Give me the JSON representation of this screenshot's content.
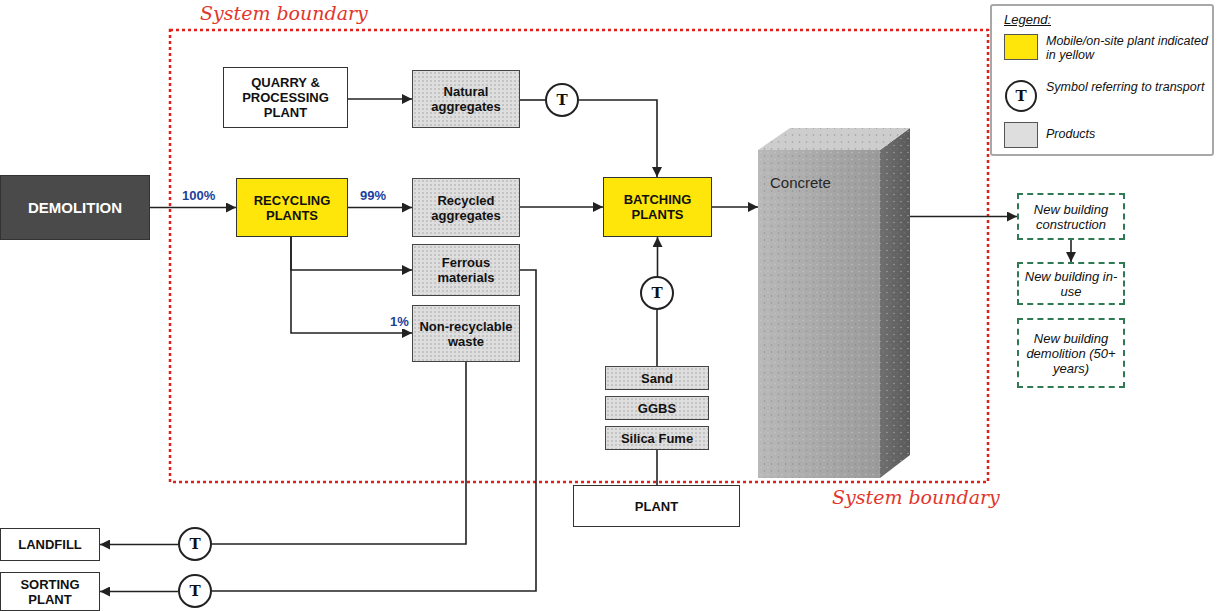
{
  "diagram": {
    "nodes": [
      {
        "text": [
          "QUARRY & PROCESSING PLANT"
        ]
      },
      {
        "text": [
          "Natural aggregates"
        ]
      },
      {
        "text": [
          "T"
        ]
      },
      {
        "text": [
          "DEMOLITION"
        ]
      },
      {
        "text": [
          "RECYCLING PLANTS"
        ]
      },
      {
        "text": [
          "Recycled aggregates"
        ]
      },
      {
        "text": [
          "BATCHING PLANTS"
        ]
      },
      {
        "text": [
          "Concrete"
        ]
      },
      {
        "text": [
          "Ferrous materials"
        ]
      },
      {
        "text": [
          "Non-recyclable waste"
        ]
      },
      {
        "text": [
          "T"
        ]
      },
      {
        "text": [
          "Sand"
        ]
      },
      {
        "text": [
          "GGBS"
        ]
      },
      {
        "text": [
          "Silica Fume"
        ]
      },
      {
        "text": [
          "PLANT"
        ]
      },
      {
        "text": [
          "New building construction"
        ]
      },
      {
        "text": [
          "New building in-use"
        ]
      },
      {
        "text": [
          "New building demolition (50+ years)"
        ]
      },
      {
        "text": [
          "LANDFILL"
        ]
      },
      {
        "text": [
          "T"
        ]
      },
      {
        "text": [
          "SORTING PLANT"
        ]
      },
      {
        "text": [
          "T"
        ]
      }
    ],
    "edges": [
      {
        "from": 0,
        "to": 1,
        "arrow": "to"
      },
      {
        "from": 1,
        "to": 2,
        "arrow": "none"
      },
      {
        "from": 2,
        "to": 6,
        "arrow": "to"
      },
      {
        "from": 3,
        "to": 4,
        "label": "100%",
        "arrow": "to"
      },
      {
        "from": 4,
        "to": 5,
        "label": "99%",
        "arrow": "to"
      },
      {
        "from": 5,
        "to": 6,
        "arrow": "to"
      },
      {
        "from": 6,
        "to": 7,
        "arrow": "to"
      },
      {
        "from": 7,
        "to": 15,
        "arrow": "to"
      },
      {
        "from": 15,
        "to": 16,
        "arrow": "to"
      },
      {
        "from": 4,
        "to": 8,
        "arrow": "to"
      },
      {
        "from": 4,
        "to": 9,
        "label": "1%",
        "arrow": "to"
      },
      {
        "from": 9,
        "to": 19,
        "arrow": "none"
      },
      {
        "from": 19,
        "to": 18,
        "arrow": "to"
      },
      {
        "from": 8,
        "to": 21,
        "arrow": "none"
      },
      {
        "from": 21,
        "to": 20,
        "arrow": "to"
      },
      {
        "from": 14,
        "to": 13,
        "arrow": "none"
      },
      {
        "from": 11,
        "to": 10,
        "arrow": "none"
      },
      {
        "from": 10,
        "to": 6,
        "arrow": "to"
      }
    ],
    "labels": [
      "System boundary",
      "System boundary",
      "Legend:",
      "T"
    ],
    "legend": [
      {
        "text": "Mobile/on-site plant indicated in yellow",
        "color": "#ffe60a"
      },
      {
        "text": "Symbol referring to transport"
      },
      {
        "text": "Products",
        "color": "#dedede"
      }
    ]
  }
}
